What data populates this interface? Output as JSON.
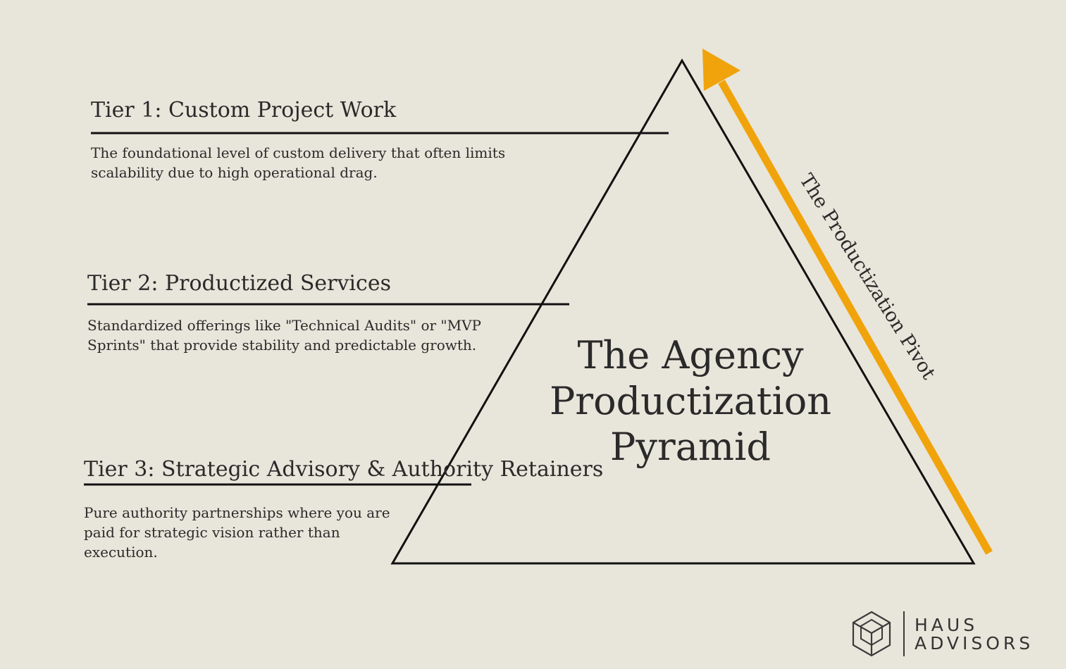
{
  "tiers": [
    {
      "heading": "Tier 3: Strategic Advisory & Authority Retainers",
      "description": "Pure authority partnerships where you are paid for strategic vision rather than execution."
    },
    {
      "heading": "Tier 2: Productized Services",
      "description": "Standardized offerings like \"Technical Audits\" or \"MVP Sprints\" that provide stability and predictable growth."
    },
    {
      "heading": "Tier 1: Custom Project Work",
      "description": "The foundational level of custom delivery that often limits scalability due to high operational drag."
    }
  ],
  "pyramid": {
    "title_lines": [
      "The Agency",
      "Productization",
      "Pyramid"
    ]
  },
  "pivot": {
    "label": "The Productization Pivot",
    "color": "#f0a30a"
  },
  "brand": {
    "line1": "HAUS",
    "line2": "ADVISORS",
    "icon": "hexagon-cube-icon"
  },
  "colors": {
    "background": "#e8e5da",
    "ink": "#111111",
    "text": "#2a2a2a"
  }
}
